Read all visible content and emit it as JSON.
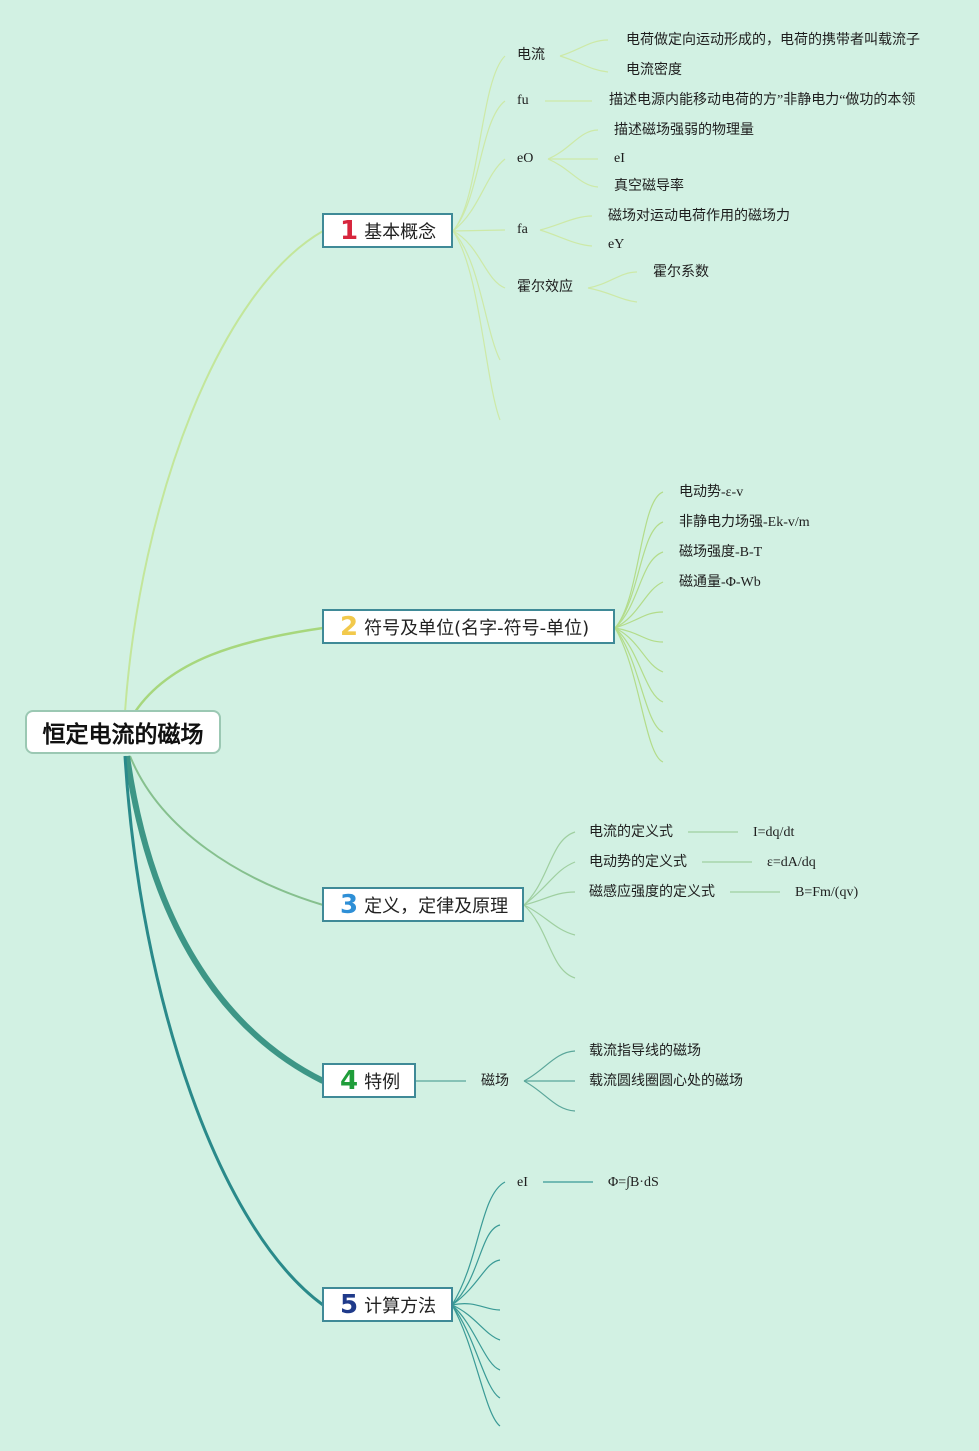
{
  "root": {
    "title": "恒定电流的磁场"
  },
  "topics": [
    {
      "number": "1",
      "color": "#d7263d",
      "label": "基本概念"
    },
    {
      "number": "2",
      "color": "#f2c94c",
      "label": "符号及单位(名字-符号-单位)"
    },
    {
      "number": "3",
      "color": "#2e8fd6",
      "label": "定义，定律及原理"
    },
    {
      "number": "4",
      "color": "#1f9d3a",
      "label": "特例"
    },
    {
      "number": "5",
      "color": "#1f3a8a",
      "label": "计算方法"
    }
  ],
  "topic1": {
    "current": {
      "label": "电流",
      "children": [
        "电荷做定向运动形成的，电荷的携带者叫载流子",
        "电流密度"
      ]
    },
    "fu": {
      "label": "fu",
      "child": "描述电源内能移动电荷的方”非静电力“做功的本领"
    },
    "eO": {
      "label": "eO",
      "children": [
        "描述磁场强弱的物理量",
        "eI",
        "真空磁导率"
      ]
    },
    "fa": {
      "label": "fa",
      "children": [
        "磁场对运动电荷作用的磁场力",
        "eY"
      ]
    },
    "hall": {
      "label": "霍尔效应",
      "child": "霍尔系数"
    }
  },
  "topic2": {
    "items": [
      "电动势-ε-v",
      "非静电力场强-Ek-v/m",
      "磁场强度-B-T",
      "磁通量-Φ-Wb"
    ]
  },
  "topic3": {
    "items": [
      {
        "label": "电流的定义式",
        "formula": "I=dq/dt"
      },
      {
        "label": "电动势的定义式",
        "formula": "ε=dA/dq"
      },
      {
        "label": "磁感应强度的定义式",
        "formula": "B=Fm/(qv)"
      }
    ]
  },
  "topic4": {
    "field": {
      "label": "磁场",
      "children": [
        "载流指导线的磁场",
        "载流圆线圈圆心处的磁场"
      ]
    }
  },
  "topic5": {
    "eI": {
      "label": "eI",
      "formula": "Φ=∫B·dS"
    }
  },
  "colors": {
    "background": "#d2f1e3",
    "branch1": "#b5dd8c",
    "branch2": "#9bcf72",
    "branch3": "#7fb88a",
    "branch4": "#3b8f86",
    "branch5": "#2a8a8a"
  }
}
